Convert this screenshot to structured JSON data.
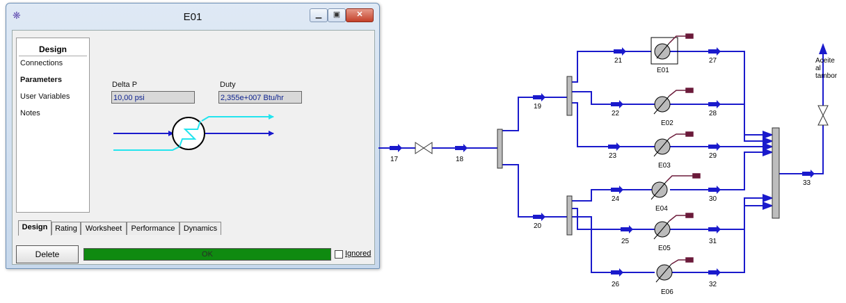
{
  "window": {
    "title": "E01",
    "controls": [
      "minimize",
      "maximize",
      "close"
    ],
    "nav": {
      "header": "Design",
      "items": [
        {
          "label": "Connections",
          "selected": false
        },
        {
          "label": "Parameters",
          "selected": true
        },
        {
          "label": "User Variables",
          "selected": false
        },
        {
          "label": "Notes",
          "selected": false
        }
      ]
    },
    "params": {
      "delta_p_label": "Delta P",
      "delta_p_value": "10,00 psi",
      "duty_label": "Duty",
      "duty_value": "2,355e+007 Btu/hr"
    },
    "tabs": [
      "Design",
      "Rating",
      "Worksheet",
      "Performance",
      "Dynamics"
    ],
    "active_tab": "Design",
    "delete_label": "Delete",
    "status_text": "OK",
    "status_color": "#0f8a10",
    "ignored_label": "Ignored"
  },
  "flowsheet": {
    "stream_color": "#1a1acc",
    "energy_color": "#6b1a3a",
    "streams": [
      "17",
      "18",
      "19",
      "20",
      "21",
      "22",
      "23",
      "24",
      "25",
      "26",
      "27",
      "28",
      "29",
      "30",
      "31",
      "32",
      "33"
    ],
    "exchangers": [
      "E01",
      "E02",
      "E03",
      "E04",
      "E05",
      "E06"
    ],
    "product_label": [
      "Aceite",
      "al",
      "tambor"
    ]
  }
}
